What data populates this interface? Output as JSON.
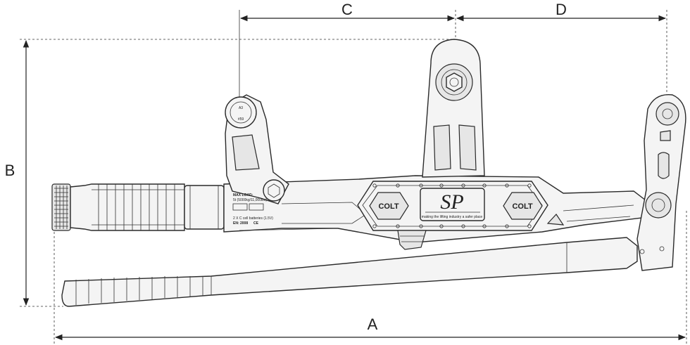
{
  "dimensions": {
    "a": "A",
    "b": "B",
    "c": "C",
    "d": "D"
  },
  "markings": {
    "max_load_title": "MAX LOAD:",
    "max_load_value": "5t (5000kg/11,000lbs)",
    "battery": "2 X C cell batteries (1.5V)",
    "en_standard": "EN: 2008",
    "ce_mark": "CE",
    "bolt_top": "A3",
    "bolt_bottom": "#59"
  },
  "plate": {
    "colt_left": "COLT",
    "colt_right": "COLT",
    "logo": "SP",
    "tagline": "making the lifting industry a safer place"
  },
  "colors": {
    "line": "#2a2a2a",
    "fill": "#f4f4f4",
    "background": "#ffffff"
  }
}
